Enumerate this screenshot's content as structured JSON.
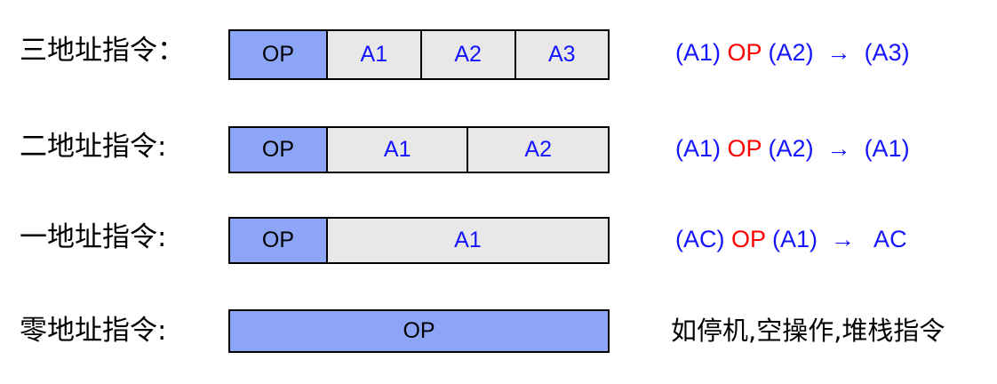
{
  "rows": [
    {
      "id": "three-address",
      "label": "三地址指令：",
      "cells": [
        {
          "text": "OP",
          "kind": "op"
        },
        {
          "text": "A1",
          "kind": "addr"
        },
        {
          "text": "A2",
          "kind": "addr"
        },
        {
          "text": "A3",
          "kind": "addr"
        }
      ],
      "formula": {
        "left": "(A1) ",
        "op": "OP",
        "middle": " (A2)  ",
        "arrow": "→",
        "right": "  (A3)"
      }
    },
    {
      "id": "two-address",
      "label": "二地址指令:",
      "cells": [
        {
          "text": "OP",
          "kind": "op"
        },
        {
          "text": "A1",
          "kind": "addr"
        },
        {
          "text": "A2",
          "kind": "addr"
        }
      ],
      "formula": {
        "left": "(A1) ",
        "op": "OP",
        "middle": " (A2)  ",
        "arrow": "→",
        "right": "  (A1)"
      }
    },
    {
      "id": "one-address",
      "label": "一地址指令:",
      "cells": [
        {
          "text": "OP",
          "kind": "op"
        },
        {
          "text": "A1",
          "kind": "addr"
        }
      ],
      "formula": {
        "left": "(AC) ",
        "op": "OP",
        "middle": " (A1)  ",
        "arrow": "→",
        "right": "   AC"
      }
    },
    {
      "id": "zero-address",
      "label": "零地址指令:",
      "cells": [
        {
          "text": "OP",
          "kind": "op"
        }
      ],
      "note": "如停机,空操作,堆栈指令"
    }
  ],
  "colors": {
    "opcode_fill": "#8ca5f7",
    "address_fill": "#e8e8e8",
    "border": "#000000",
    "address_text": "#1414ff",
    "operator_text": "#ff0000",
    "label_text": "#000000",
    "background": "#ffffff"
  }
}
